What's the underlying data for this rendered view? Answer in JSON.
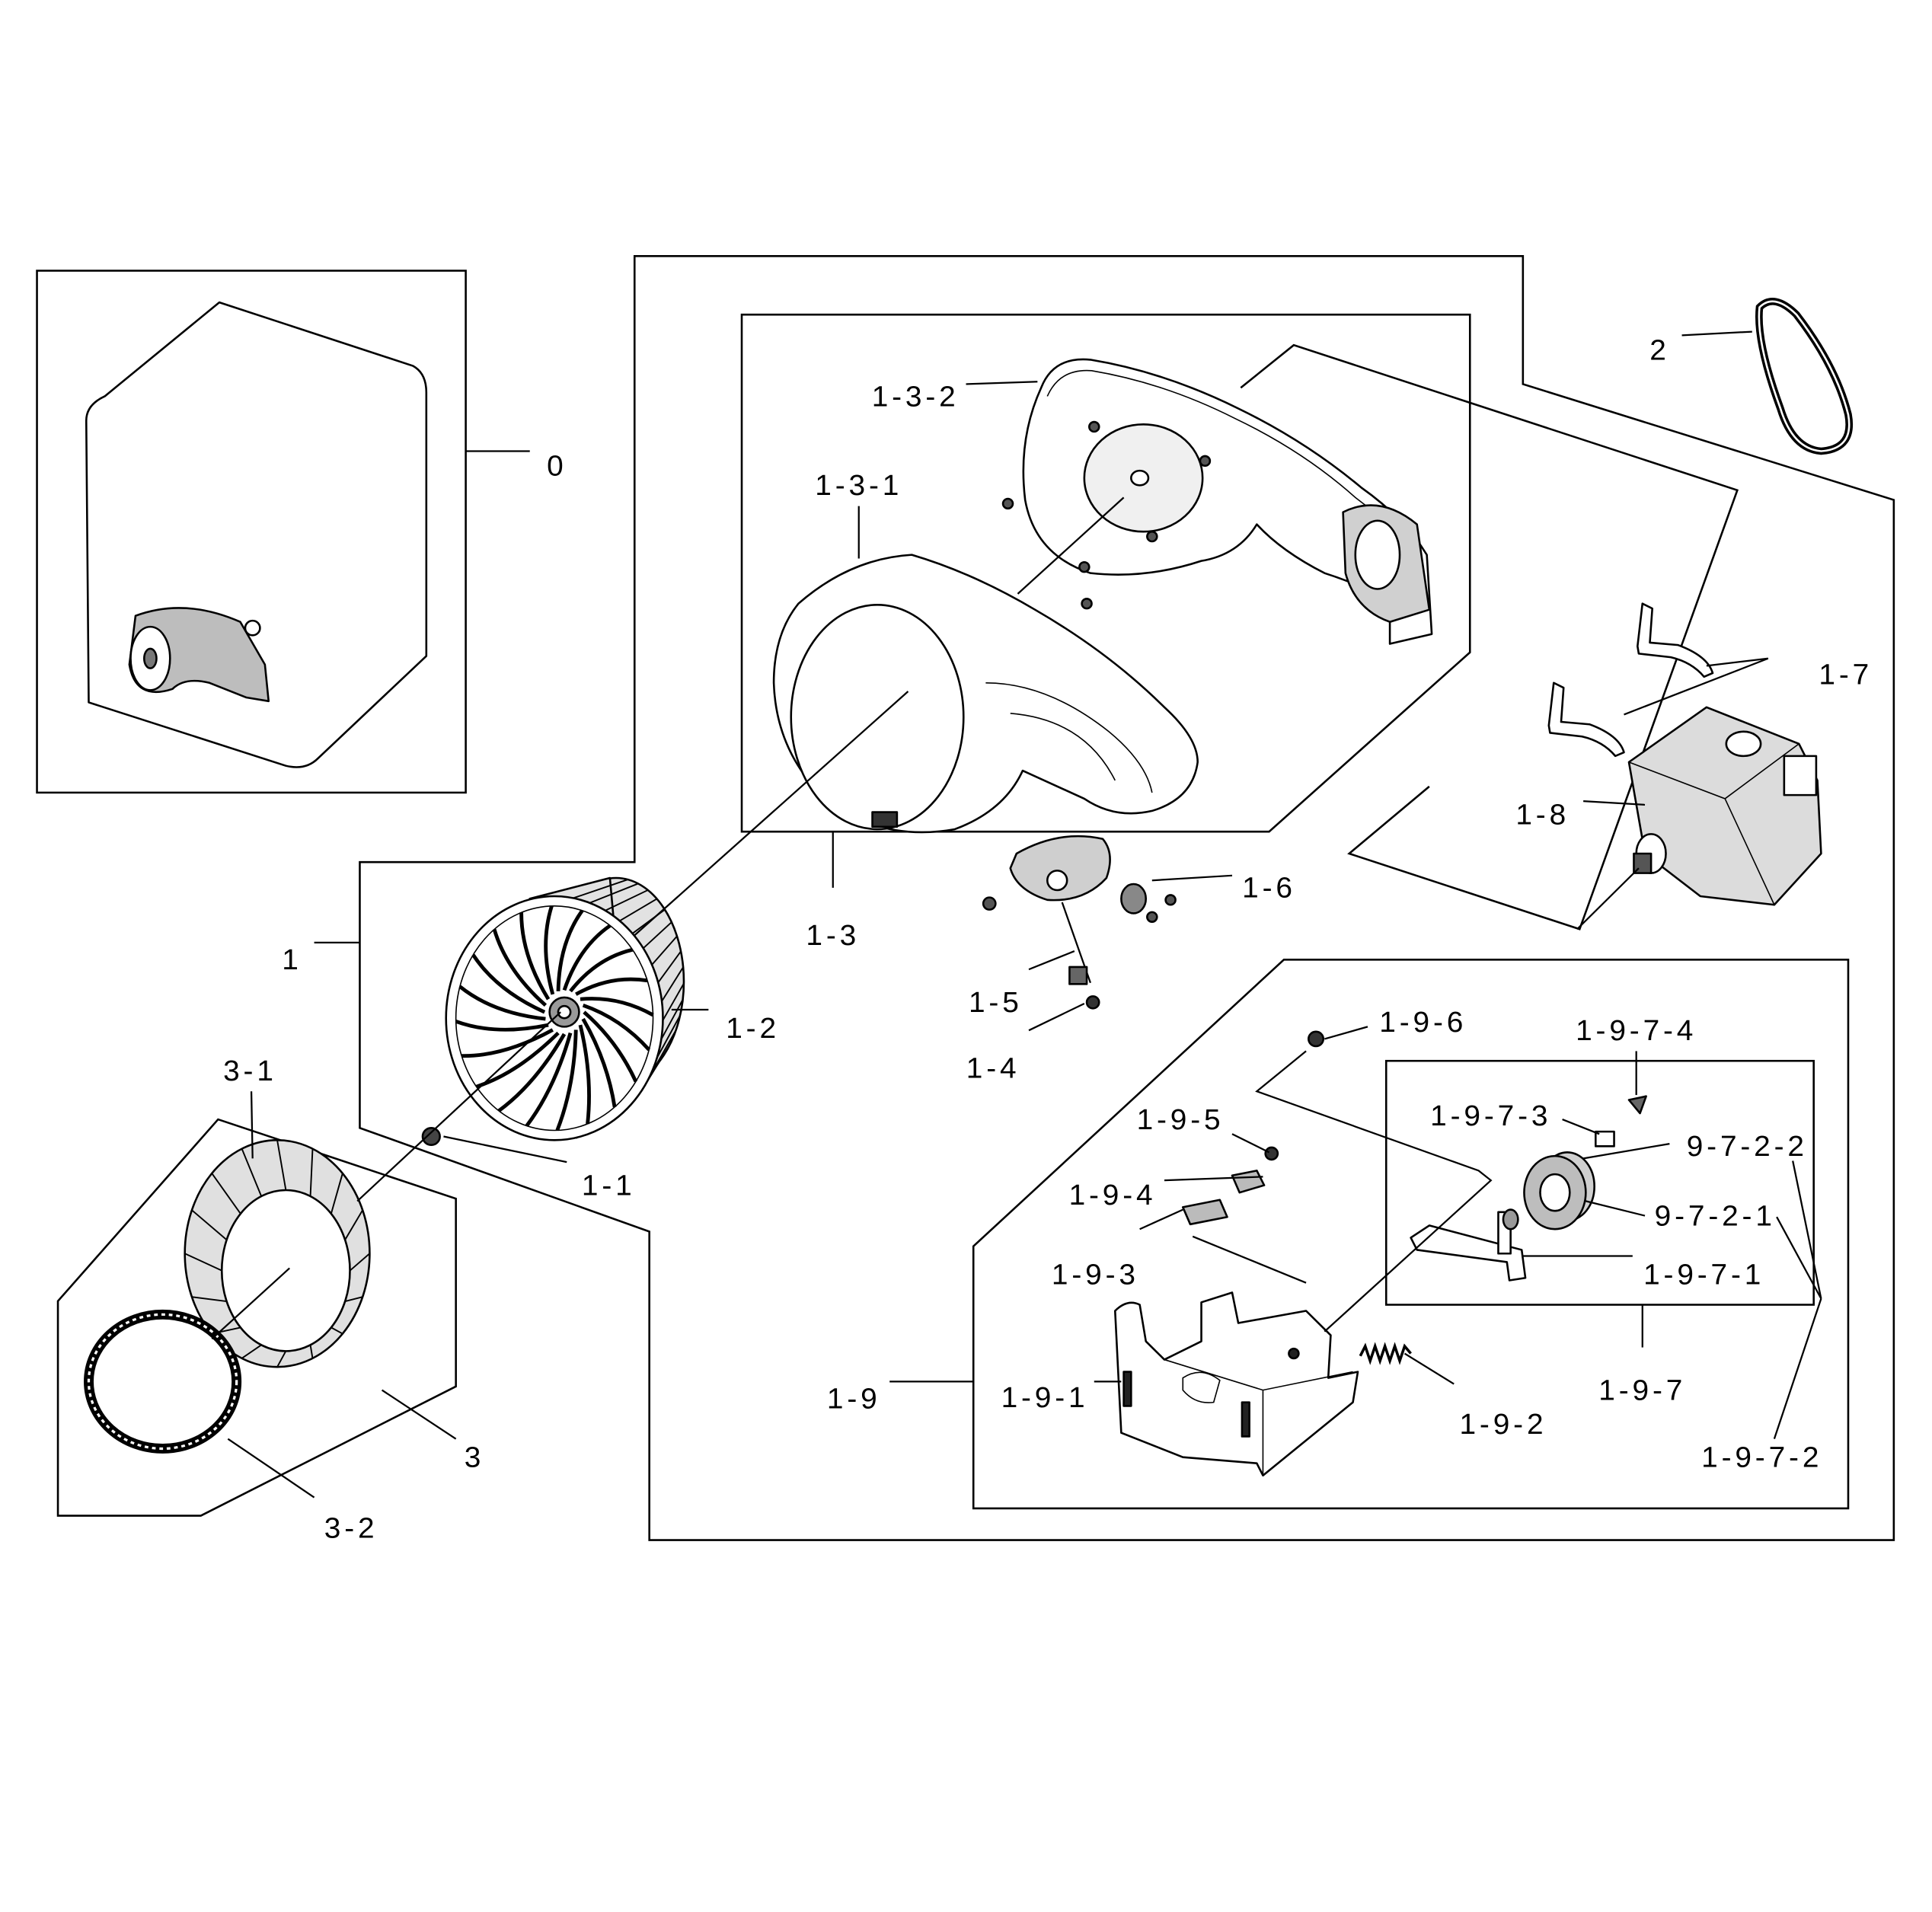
{
  "callouts": {
    "c0": "0",
    "c1": "1",
    "c1_1": "1-1",
    "c1_2": "1-2",
    "c1_3": "1-3",
    "c1_3_1": "1-3-1",
    "c1_3_2": "1-3-2",
    "c1_4": "1-4",
    "c1_5": "1-5",
    "c1_6": "1-6",
    "c1_7": "1-7",
    "c1_8": "1-8",
    "c1_9": "1-9",
    "c1_9_1": "1-9-1",
    "c1_9_2": "1-9-2",
    "c1_9_3": "1-9-3",
    "c1_9_4": "1-9-4",
    "c1_9_5": "1-9-5",
    "c1_9_6": "1-9-6",
    "c1_9_7": "1-9-7",
    "c1_9_7_1": "1-9-7-1",
    "c1_9_7_2": "1-9-7-2",
    "c1_9_7_3": "1-9-7-3",
    "c1_9_7_4": "1-9-7-4",
    "c9_7_2_2": "9-7-2-2",
    "c9_7_2_1": "9-7-2-1",
    "c2": "2",
    "c3": "3",
    "c3_1": "3-1",
    "c3_2": "3-2"
  },
  "colors": {
    "line": "#000000",
    "part_fill": "#ffffff",
    "part_shade": "#d9d9d9",
    "background": "#ffffff"
  }
}
